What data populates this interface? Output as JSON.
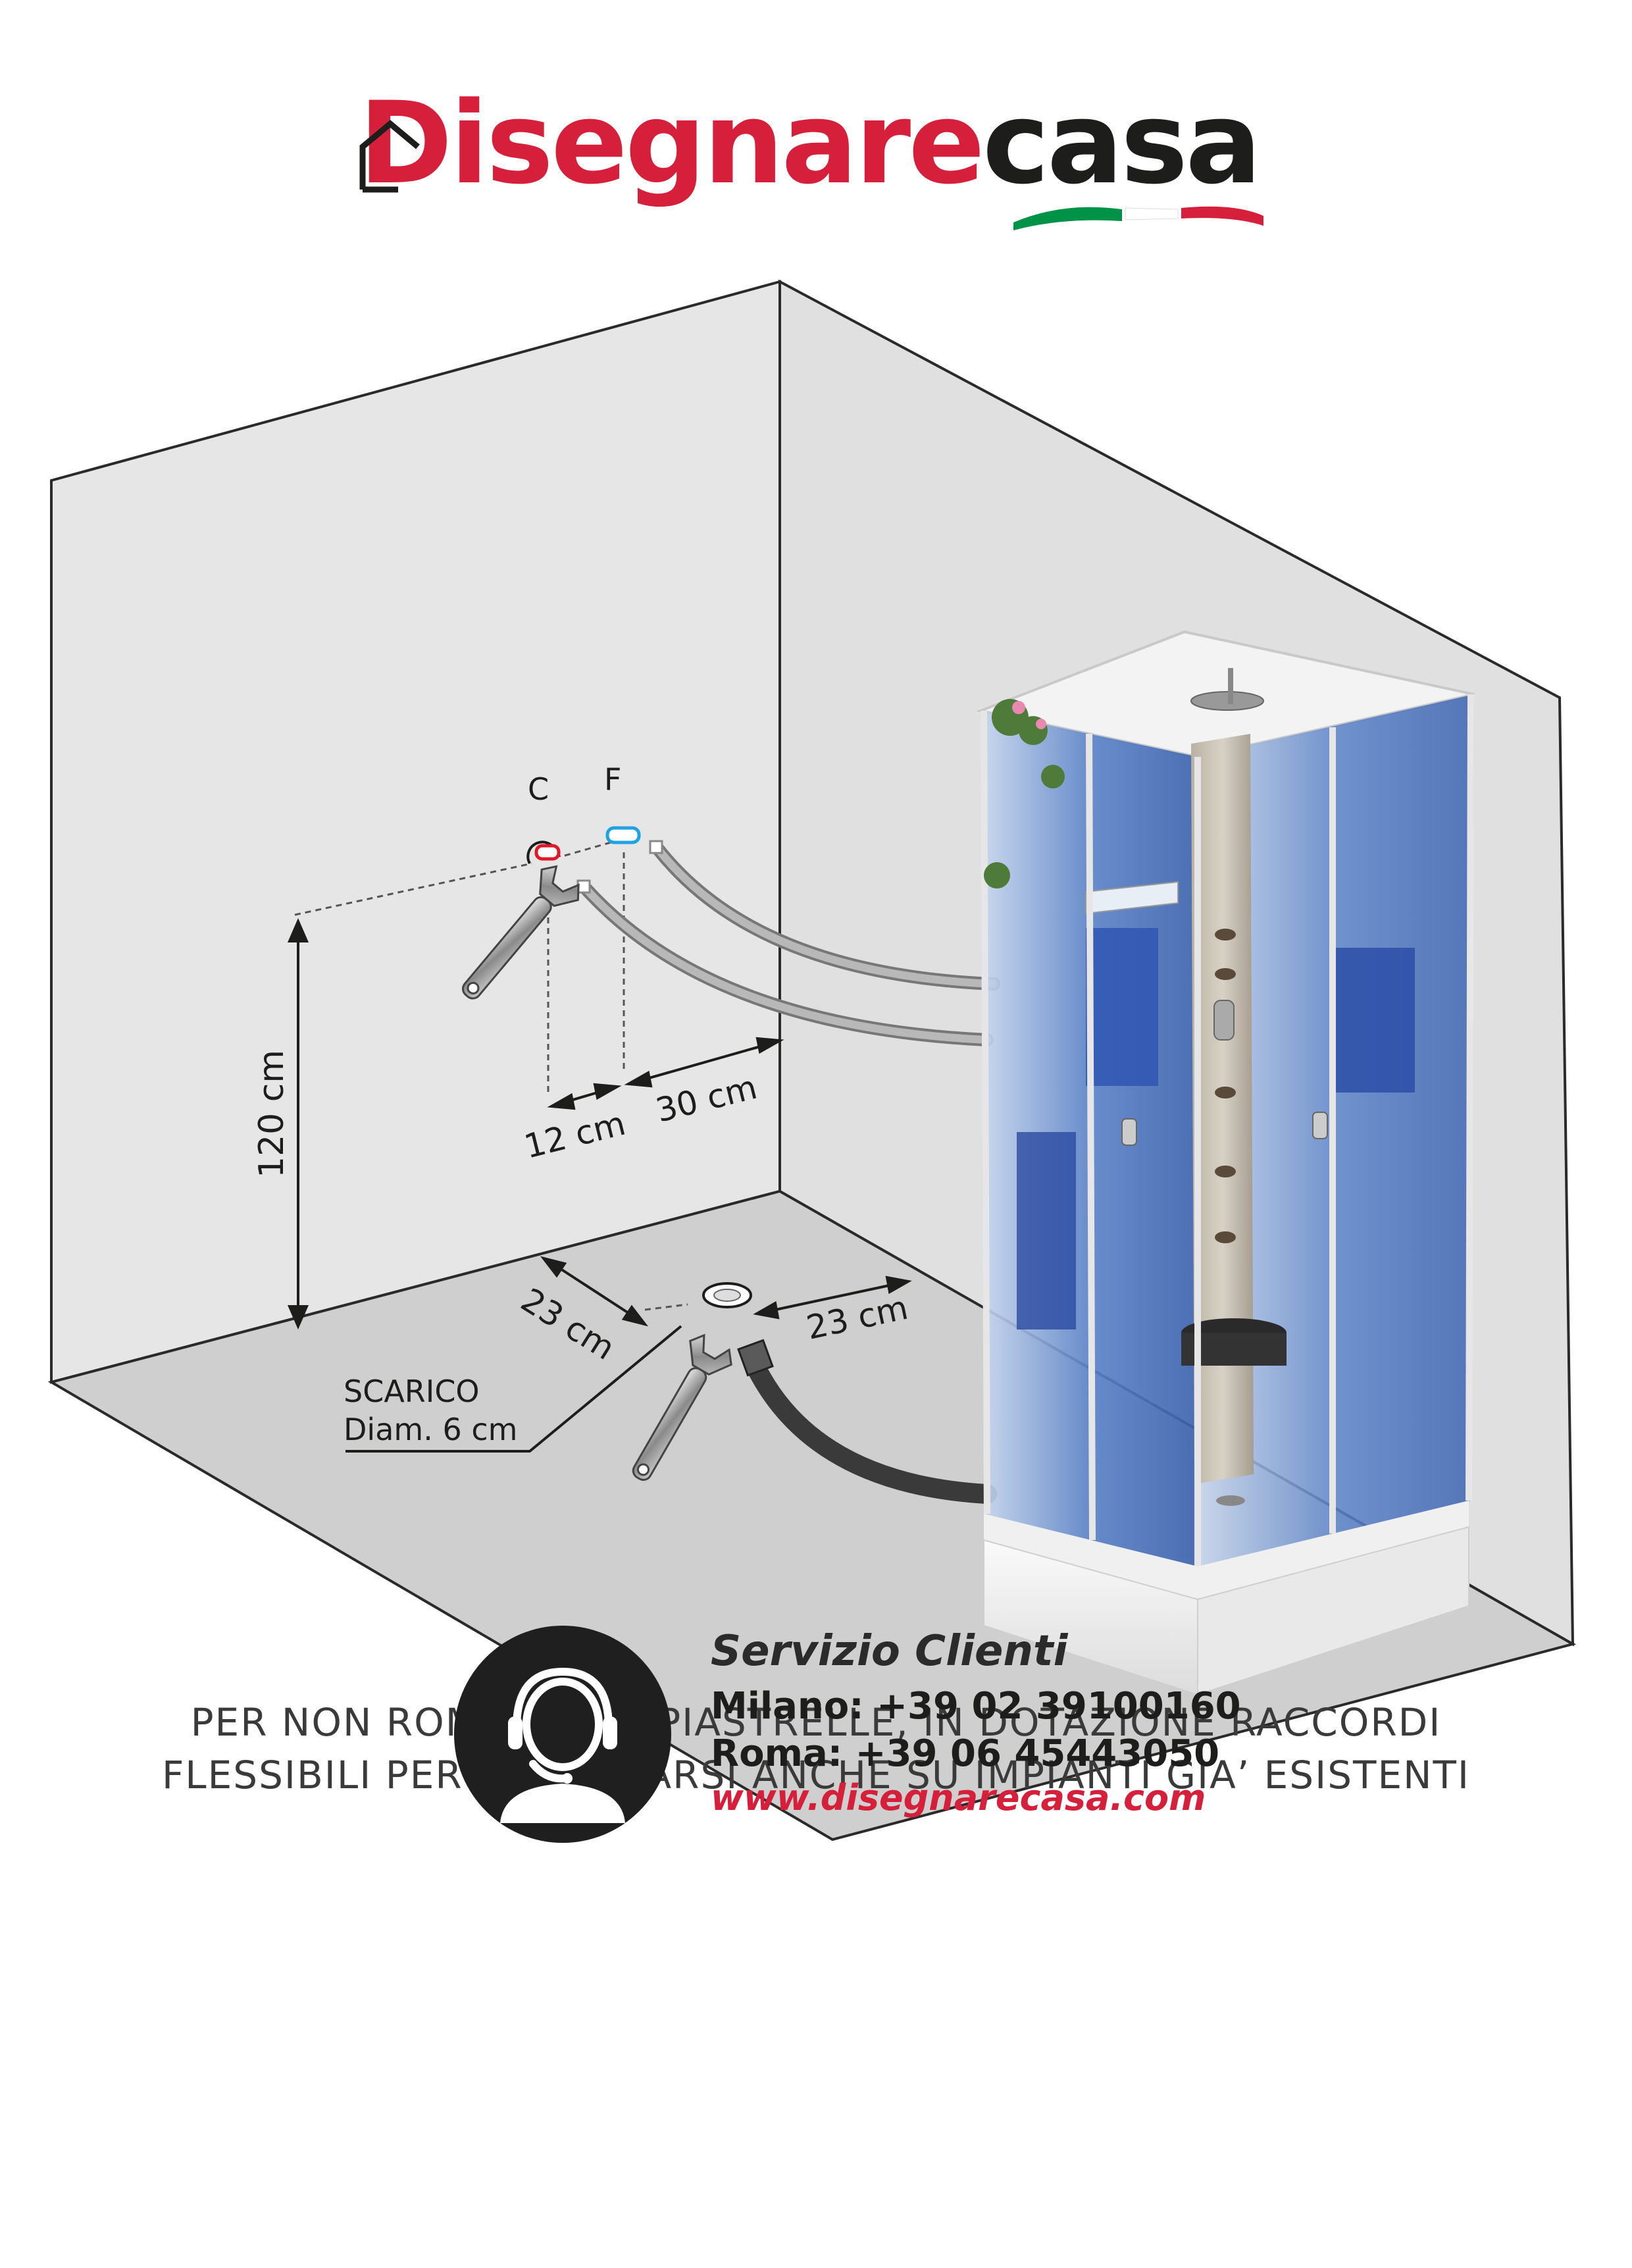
{
  "brand": {
    "name_part1": "Disegnare",
    "name_part2": "casa",
    "colors": {
      "red": "#d61f3a",
      "dark": "#1d1d1b",
      "green": "#009246"
    }
  },
  "diagram": {
    "label_hot": "C",
    "label_cold": "F",
    "dim_height": "120 cm",
    "dim_spacing_12": "12 cm",
    "dim_offset_30": "30 cm",
    "dim_drain_left": "23 cm",
    "dim_drain_right": "23 cm",
    "drain_label_line1": "SCARICO",
    "drain_label_line2": "Diam. 6 cm",
    "icons": [
      "wrench-icon",
      "hot-inlet-icon",
      "cold-inlet-icon",
      "drain-icon",
      "shower-cabin"
    ]
  },
  "note": {
    "line1": "PER NON ROMPERE LE PIASTRELLE, IN DOTAZIONE RACCORDI",
    "line2": "FLESSIBILI PER ALLACCIARSI ANCHE SU IMPIANTI GIA’ ESISTENTI"
  },
  "support": {
    "title": "Servizio Clienti",
    "milano": "Milano: +39 02 39100160",
    "roma": "Roma: +39 06 45443050",
    "website": "www.disegnarecasa.com",
    "icon": "customer-support-headset-icon"
  }
}
